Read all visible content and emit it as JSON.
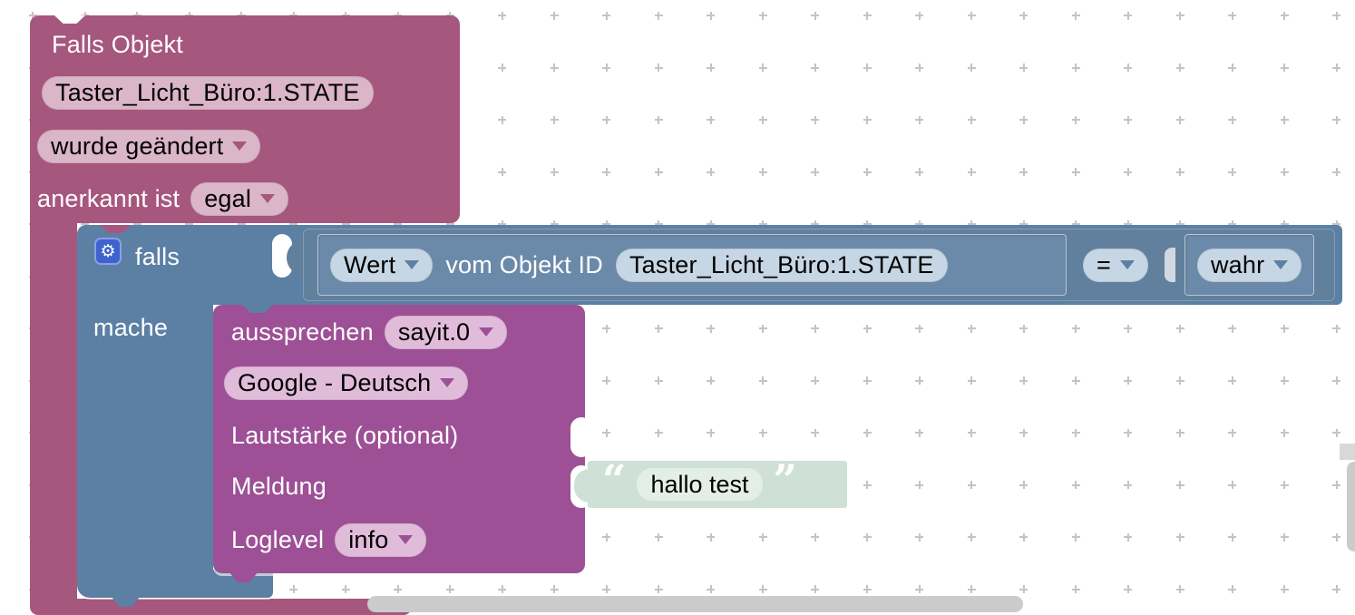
{
  "workspace": {
    "background": "#ffffff",
    "grid_cross_color": "#c4c4c4"
  },
  "colors": {
    "trigger_block": "#a6577e",
    "trigger_field_pill": "#dab6c8",
    "if_block": "#5b80a4",
    "compare_block": "#61809e",
    "compare_inner_block": "#6b8aa9",
    "blue_field_pill": "#c6d6e4",
    "sayit_block": "#9d5095",
    "sayit_field_pill": "#e1bcda",
    "text_block": "#cfe0d6",
    "text_field": "#e3eee7",
    "gear_badge": "#3e63cf",
    "scrollbar": "#cbcbcb"
  },
  "trigger_block": {
    "title": "Falls Objekt",
    "object_id": "Taster_Licht_Büro:1.STATE",
    "change_dropdown": "wurde geändert",
    "ack_label": "anerkannt ist",
    "ack_dropdown": "egal"
  },
  "if_block": {
    "if_label": "falls",
    "do_label": "mache"
  },
  "compare_block": {
    "attr_dropdown": "Wert",
    "source_label": "vom Objekt ID",
    "object_id": "Taster_Licht_Büro:1.STATE",
    "operator_dropdown": "=",
    "value_dropdown": "wahr"
  },
  "sayit_block": {
    "action_label": "aussprechen",
    "instance_dropdown": "sayit.0",
    "voice_dropdown": "Google - Deutsch",
    "volume_label": "Lautstärke (optional)",
    "message_label": "Meldung",
    "loglevel_label": "Loglevel",
    "loglevel_dropdown": "info"
  },
  "text_block": {
    "open_quote": "“",
    "value": "hallo test",
    "close_quote": "”"
  },
  "icons": {
    "gear": "⚙"
  }
}
